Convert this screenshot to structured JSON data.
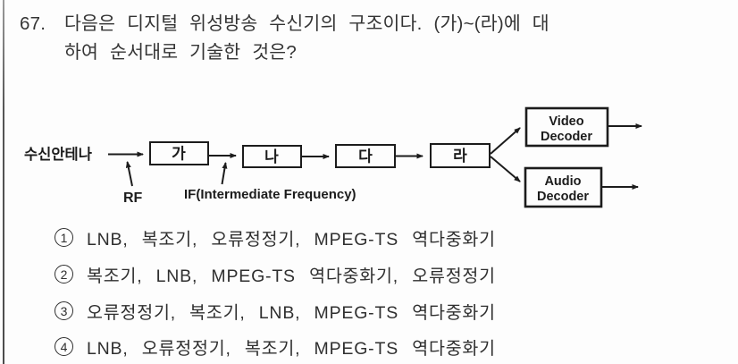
{
  "question": {
    "number": "67.",
    "line1": "다음은 디지털 위성방송 수신기의 구조이다. (가)~(라)에 대",
    "line2": "하여 순서대로 기술한 것은?"
  },
  "diagram": {
    "antenna_label": "수신안테나",
    "rf_label": "RF",
    "if_label": "IF(Intermediate Frequency)",
    "boxes": [
      "가",
      "나",
      "다",
      "라"
    ],
    "video_decoder": {
      "line1": "Video",
      "line2": "Decoder"
    },
    "audio_decoder": {
      "line1": "Audio",
      "line2": "Decoder"
    }
  },
  "options": [
    {
      "num": "1",
      "text": "LNB, 복조기, 오류정정기, MPEG-TS 역다중화기"
    },
    {
      "num": "2",
      "text": "복조기, LNB, MPEG-TS 역다중화기, 오류정정기"
    },
    {
      "num": "3",
      "text": "오류정정기, 복조기, LNB, MPEG-TS 역다중화기"
    },
    {
      "num": "4",
      "text": "LNB, 오류정정기, 복조기, MPEG-TS 역다중화기"
    }
  ],
  "colors": {
    "text": "#343434",
    "diagram_ink": "#1c1c1c",
    "background": "#fdfdfd",
    "border": "#555555"
  }
}
